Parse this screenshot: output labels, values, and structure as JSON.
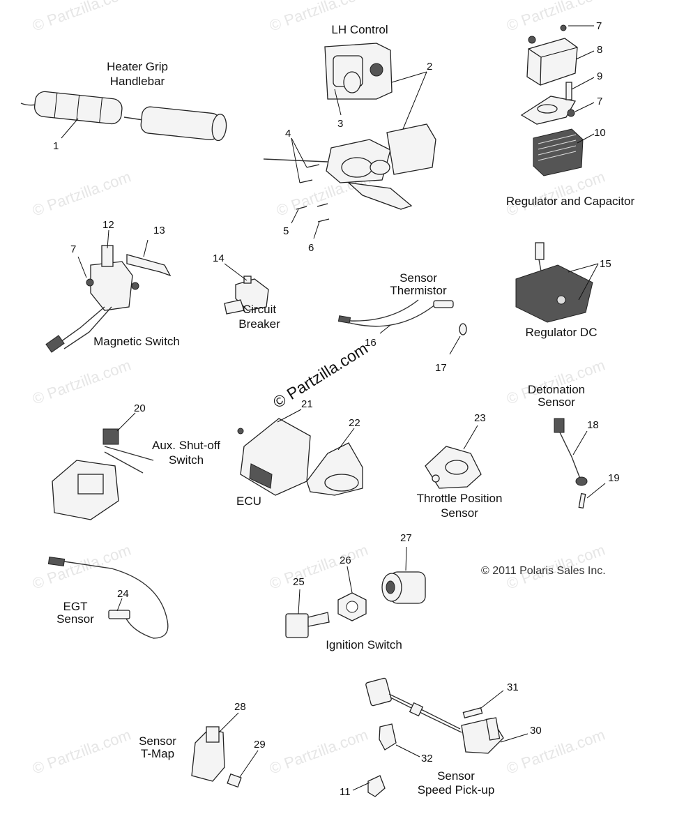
{
  "watermarks": [
    "© Partzilla.com",
    "© Partzilla.com",
    "© Partzilla.com",
    "© Partzilla.com",
    "© Partzilla.com",
    "© Partzilla.com",
    "© Partzilla.com",
    "© Partzilla.com",
    "© Partzilla.com",
    "© Partzilla.com",
    "© Partzilla.com",
    "© Partzilla.com",
    "© Partzilla.com",
    "© Partzilla.com"
  ],
  "watermark_main": "© Partzilla.com",
  "copyright": "© 2011 Polaris Sales Inc.",
  "group_labels": {
    "heater_grip_1": "Heater Grip",
    "heater_grip_2": "Handlebar",
    "lh_control": "LH Control",
    "regulator_capacitor": "Regulator and Capacitor",
    "magnetic_switch": "Magnetic Switch",
    "circuit_breaker_1": "Circuit",
    "circuit_breaker_2": "Breaker",
    "sensor_thermistor_1": "Sensor",
    "sensor_thermistor_2": "Thermistor",
    "regulator_dc": "Regulator DC",
    "detonation_1": "Detonation",
    "detonation_2": "Sensor",
    "aux_shutoff_1": "Aux. Shut-off",
    "aux_shutoff_2": "Switch",
    "ecu": "ECU",
    "throttle_1": "Throttle Position",
    "throttle_2": "Sensor",
    "egt_1": "EGT",
    "egt_2": "Sensor",
    "ignition_switch": "Ignition Switch",
    "tmap_1": "Sensor",
    "tmap_2": "T-Map",
    "speed_1": "Sensor",
    "speed_2": "Speed Pick-up"
  },
  "callouts": {
    "c1": "1",
    "c2": "2",
    "c3": "3",
    "c4": "4",
    "c5": "5",
    "c6": "6",
    "c7a": "7",
    "c7b": "7",
    "c7c": "7",
    "c8": "8",
    "c9": "9",
    "c10": "10",
    "c11": "11",
    "c12": "12",
    "c13": "13",
    "c14": "14",
    "c15": "15",
    "c16": "16",
    "c17": "17",
    "c18": "18",
    "c19": "19",
    "c20": "20",
    "c21": "21",
    "c22": "22",
    "c23": "23",
    "c24": "24",
    "c25": "25",
    "c26": "26",
    "c27": "27",
    "c28": "28",
    "c29": "29",
    "c30": "30",
    "c31": "31",
    "c32": "32"
  }
}
